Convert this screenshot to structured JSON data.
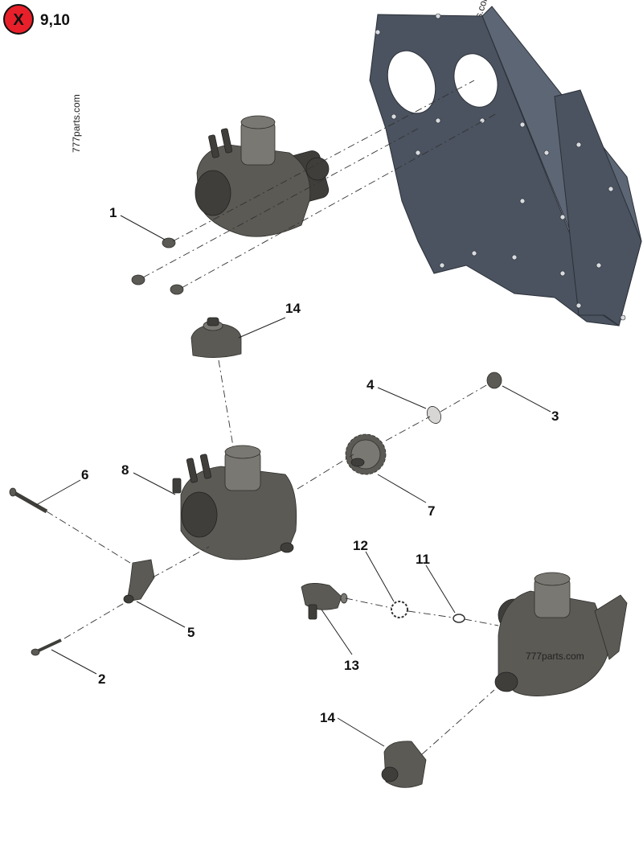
{
  "header": {
    "badge_icon": "close-icon",
    "badge_color": "#e8202a",
    "badge_label": "9,10"
  },
  "watermarks": [
    "777parts.com",
    "777parts.com",
    "777parts.com"
  ],
  "callouts": {
    "c1": "1",
    "c2": "2",
    "c3": "3",
    "c4": "4",
    "c5": "5",
    "c6": "6",
    "c7": "7",
    "c8": "8",
    "c11": "11",
    "c12": "12",
    "c13": "13",
    "c14a": "14",
    "c14b": "14"
  }
}
